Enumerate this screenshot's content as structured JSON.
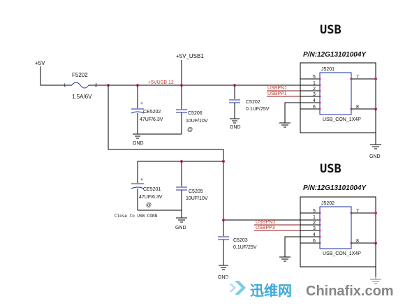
{
  "headers": {
    "usb_top": "USB",
    "usb_bottom": "USB",
    "pn_top": "P/N:12G13101004Y",
    "pn_bottom": "P/N:12G13101004Y"
  },
  "power": {
    "vin": "+5V",
    "usb1": "+5V_USB1",
    "net_mid": "+5VUSB 12"
  },
  "fuse": {
    "ref": "F5202",
    "value": "1.5A/6V",
    "pin1": "1",
    "pin2": "2"
  },
  "components": {
    "ce5202": {
      "ref": "CE5202",
      "value": "47UF/6.3V",
      "plus": "+"
    },
    "c5206": {
      "ref": "C5206",
      "value": "10UF/10V",
      "mark": "@"
    },
    "c5202": {
      "ref": "C5202",
      "value": "0.1UF/25V"
    },
    "ce5201": {
      "ref": "CE5201",
      "value": "47UF/6.3V",
      "mark": "@",
      "plus": "+"
    },
    "c5205": {
      "ref": "C5205",
      "value": "10UF/10V"
    },
    "c5203": {
      "ref": "C5203",
      "value": "0.1UF/25V"
    }
  },
  "gnd": "GND",
  "note": "Close to USB CONN",
  "connectors": {
    "top": {
      "ref": "J5201",
      "name": "USB_CON_1X4P",
      "nets": [
        "USBPN1",
        "USBPP1"
      ],
      "pins_left": [
        "5",
        "1",
        "2",
        "3",
        "4",
        "6"
      ],
      "pins_right": [
        "7",
        "8"
      ]
    },
    "bottom": {
      "ref": "J5202",
      "name": "USB_CON_1X4P",
      "nets": [
        "USBPN3",
        "USBPP3"
      ],
      "pins_left": [
        "5",
        "1",
        "2",
        "3",
        "4",
        "6"
      ],
      "pins_right": [
        "7",
        "8"
      ]
    }
  },
  "watermark": {
    "cn": "迅维网",
    "en": "Chinafix.com"
  },
  "colors": {
    "wire": "#000000",
    "part": "#1a2e9a",
    "net_label": "#c0392b",
    "junction": "#b0307a"
  }
}
